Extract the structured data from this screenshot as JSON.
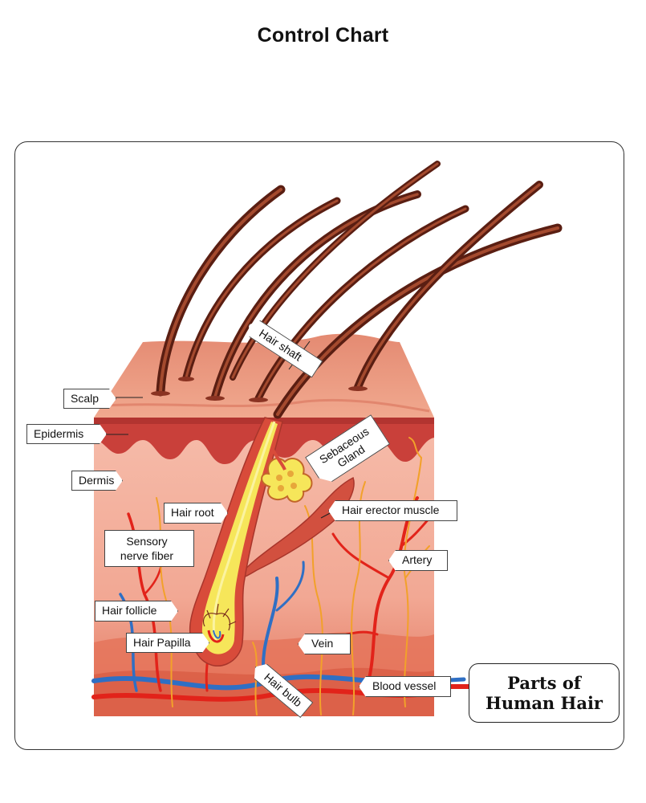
{
  "title": "Control Chart",
  "badge": {
    "line1": "Parts of",
    "line2": "Human Hair"
  },
  "labels": {
    "hair_shaft": "Hair shaft",
    "scalp": "Scalp",
    "epidermis": "Epidermis",
    "dermis": "Dermis",
    "sebaceous_line1": "Sebaceous",
    "sebaceous_line2": "Gland",
    "hair_root": "Hair root",
    "hair_erector_muscle": "Hair erector muscle",
    "sensory_line1": "Sensory",
    "sensory_line2": "nerve fiber",
    "artery": "Artery",
    "hair_follicle": "Hair follicle",
    "hair_papilla": "Hair Papilla",
    "vein": "Vein",
    "hair_bulb": "Hair bulb",
    "blood_vessel": "Blood vessel"
  },
  "colors": {
    "skin_top": "#e9977e",
    "dermis": "#f4b3a0",
    "epidermis": "#c9413a",
    "hair": "#7a2d1c",
    "follicle_yellow": "#f6e65a",
    "artery": "#e2231a",
    "vein": "#2f6fc4",
    "nerve": "#f2a12a"
  }
}
